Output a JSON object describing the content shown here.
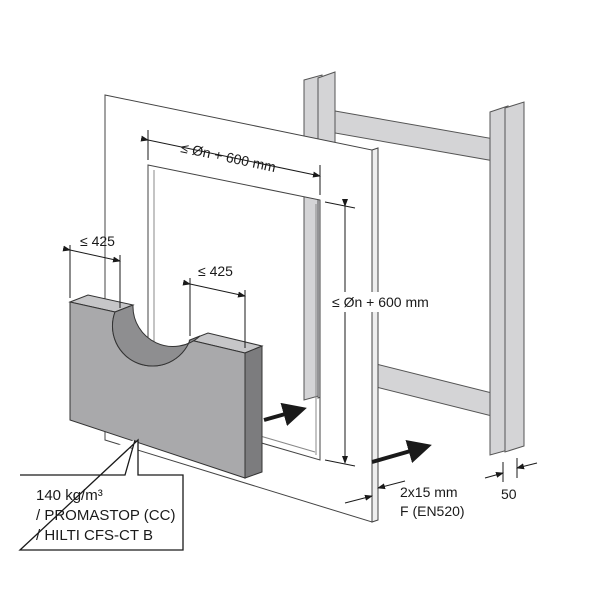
{
  "dimensions": {
    "opening_width": "≤ Øn + 600 mm",
    "opening_height": "≤ Øn + 600 mm",
    "block_left_width": "≤ 425",
    "block_right_width": "≤ 425",
    "board_thickness_line1": "2x15 mm",
    "board_thickness_line2": "F (EN520)",
    "frame_depth": "50"
  },
  "callout": {
    "line1": "140 kg/m³",
    "line2": "/ PROMASTOP (CC)",
    "line3": "/ HILTI CFS-CT B"
  },
  "colors": {
    "frame": "#d4d4d6",
    "block_front": "#a9a9ab",
    "block_side": "#7c7c7e",
    "line": "#1a1a1a"
  }
}
